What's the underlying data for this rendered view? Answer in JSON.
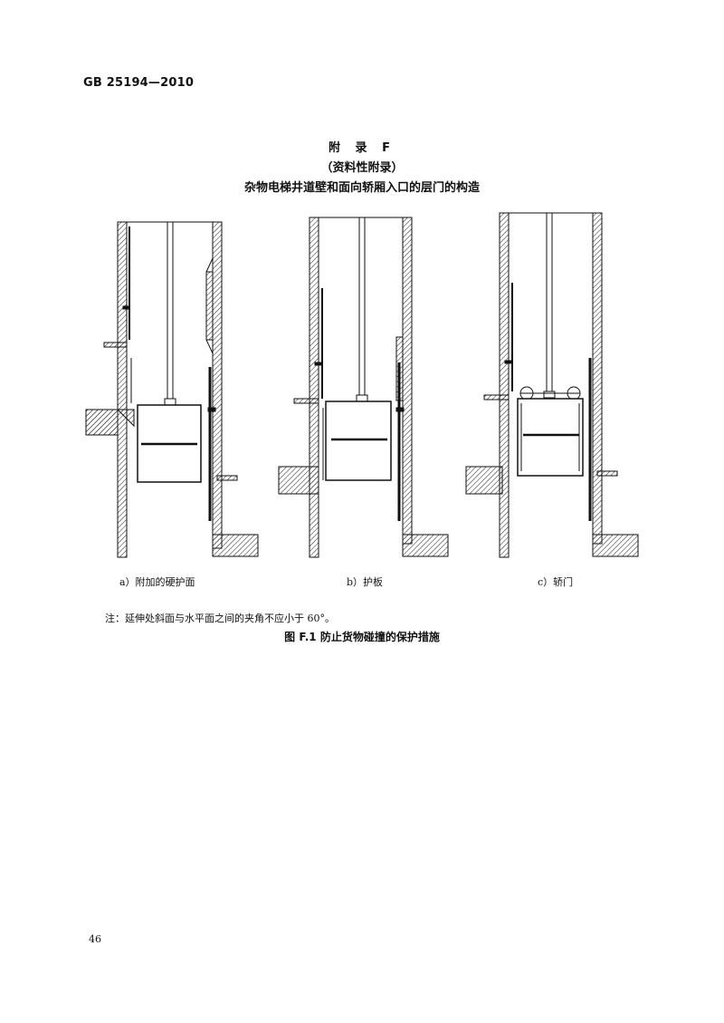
{
  "header": {
    "standard_code": "GB 25194—2010"
  },
  "appendix": {
    "title": "附 录 F",
    "subtitle": "（资料性附录）",
    "heading": "杂物电梯井道壁和面向轿厢入口的层门的构造"
  },
  "figure": {
    "captions": [
      "a）附加的硬护面",
      "b）护板",
      "c）轿门"
    ],
    "note": "注：延伸处斜面与水平面之间的夹角不应小于 60°。",
    "title": "图 F.1  防止货物碰撞的保护措施"
  },
  "footer": {
    "page_number": "46"
  }
}
